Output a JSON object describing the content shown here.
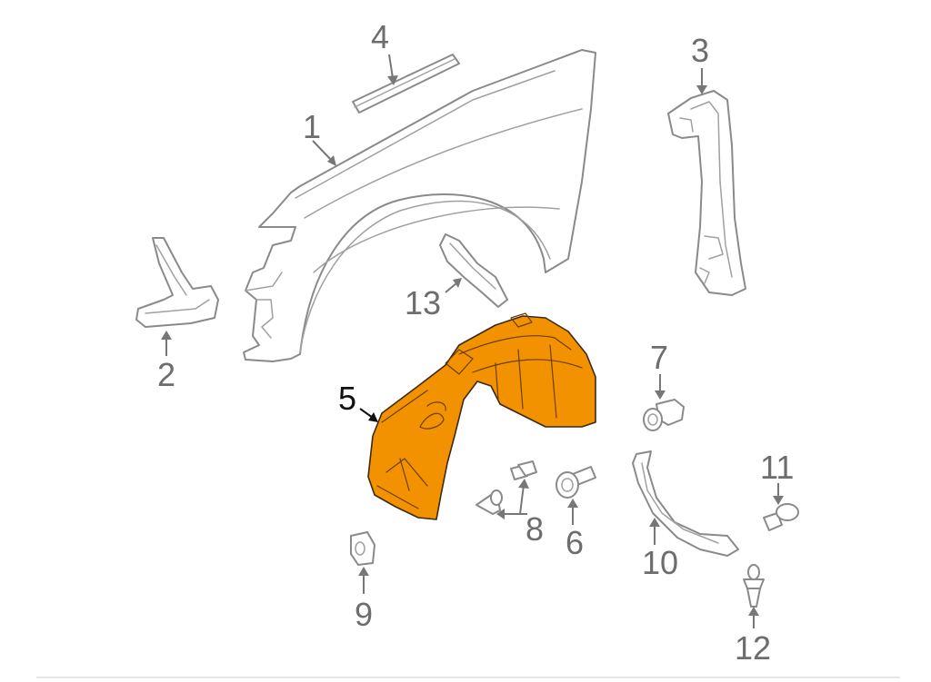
{
  "callouts": [
    {
      "id": "1",
      "label": "1"
    },
    {
      "id": "2",
      "label": "2"
    },
    {
      "id": "3",
      "label": "3"
    },
    {
      "id": "4",
      "label": "4"
    },
    {
      "id": "5",
      "label": "5"
    },
    {
      "id": "6",
      "label": "6"
    },
    {
      "id": "7",
      "label": "7"
    },
    {
      "id": "8",
      "label": "8"
    },
    {
      "id": "9",
      "label": "9"
    },
    {
      "id": "10",
      "label": "10"
    },
    {
      "id": "11",
      "label": "11"
    },
    {
      "id": "12",
      "label": "12"
    },
    {
      "id": "13",
      "label": "13"
    }
  ],
  "highlighted_part": "5",
  "colors": {
    "highlight": "#f39200",
    "line": "#8a8a8a",
    "label": "#6d6d6d",
    "active_label": "#111111"
  }
}
